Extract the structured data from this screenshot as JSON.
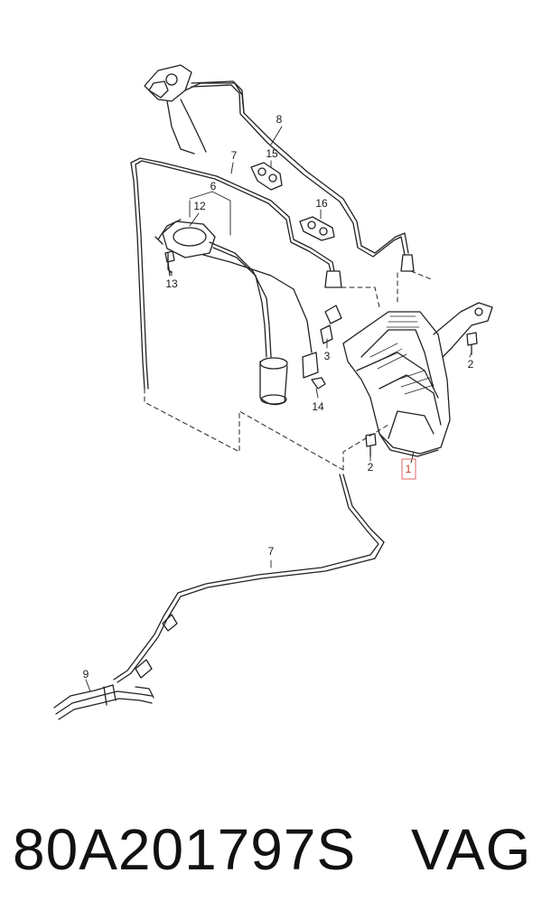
{
  "diagram": {
    "callouts": {
      "c1": "1",
      "c2a": "2",
      "c2b": "2",
      "c3": "3",
      "c6": "6",
      "c7a": "7",
      "c7b": "7",
      "c8": "8",
      "c9": "9",
      "c12": "12",
      "c13": "13",
      "c14": "14",
      "c15": "15",
      "c16": "16"
    },
    "highlight_color": "#e06666",
    "line_color": "#222222"
  },
  "footer": {
    "part_number": "80A201797S",
    "brand": "VAG"
  }
}
